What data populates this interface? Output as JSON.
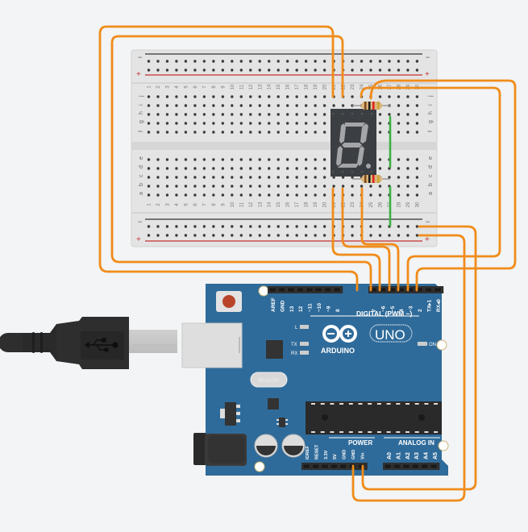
{
  "canvas": {
    "background": "#f2f4f6"
  },
  "breadboard": {
    "columns": 30,
    "rows_top": [
      "j",
      "i",
      "h",
      "g",
      "f"
    ],
    "rows_bottom": [
      "e",
      "d",
      "c",
      "b",
      "a"
    ],
    "rail_minus": "−",
    "rail_plus": "+",
    "colors": {
      "body": "#e1e1e1",
      "hole": "#3a3a3a",
      "rail_red": "#c53232",
      "rail_black": "#333333"
    }
  },
  "seven_segment": {
    "name": "7-segment display",
    "digit_shown": "8.",
    "colors": {
      "body": "#3b3e42",
      "segment_off": "#a3a5a8"
    }
  },
  "resistors": [
    {
      "id": "R1",
      "position": "top",
      "bands": [
        "#7b4a1e",
        "#1a1a1a",
        "#e02020",
        "#c9a437"
      ]
    },
    {
      "id": "R2",
      "position": "bottom",
      "bands": [
        "#7b4a1e",
        "#1a1a1a",
        "#e02020",
        "#c9a437"
      ]
    }
  ],
  "arduino": {
    "model": "UNO",
    "brand": "ARDUINO",
    "digital_header_label": "DIGITAL (PWM ~)",
    "digital_pins_left": [
      "AREF",
      "GND",
      "13",
      "12",
      "~11",
      "~10",
      "~9",
      "8"
    ],
    "digital_pins_right": [
      "7",
      "~6",
      "~5",
      "4",
      "~3",
      "2",
      "TX▸1",
      "RX◂0"
    ],
    "power_label": "POWER",
    "power_pins": [
      "IOREF",
      "RESET",
      "3.3V",
      "5V",
      "GND",
      "GND",
      "Vin"
    ],
    "analog_label": "ANALOG IN",
    "analog_pins": [
      "A0",
      "A1",
      "A2",
      "A3",
      "A4",
      "A5"
    ],
    "led_labels": {
      "l": "L",
      "tx": "TX",
      "rx": "RX",
      "on": "ON"
    },
    "crystal_label": "SP16.000",
    "colors": {
      "board": "#2f6b9a",
      "header": "#2d2d2d",
      "text": "#ffffff",
      "reset_button": "#b8452a"
    }
  },
  "usb_cable": {
    "icon": "usb-icon",
    "colors": {
      "plug": "#2e2e2e",
      "connector": "#d9d9d9"
    }
  },
  "wires": {
    "color_signal": "#f08c1a",
    "color_jumper": "#3cb043",
    "connections": [
      {
        "from": "breadboard-j21",
        "to": "arduino-pin-8"
      },
      {
        "from": "breadboard-j22",
        "to": "arduino-pin-7"
      },
      {
        "from": "breadboard-a21",
        "to": "arduino-pin-6"
      },
      {
        "from": "breadboard-a22",
        "to": "arduino-pin-5"
      },
      {
        "from": "breadboard-a24",
        "to": "arduino-pin-4"
      },
      {
        "from": "breadboard-j24",
        "to": "arduino-pin-3"
      },
      {
        "from": "breadboard-j25",
        "to": "arduino-pin-2"
      },
      {
        "from": "breadboard-rail-minus",
        "to": "arduino-GND"
      },
      {
        "from": "breadboard-rail-plus",
        "to": "arduino-GND"
      }
    ]
  }
}
